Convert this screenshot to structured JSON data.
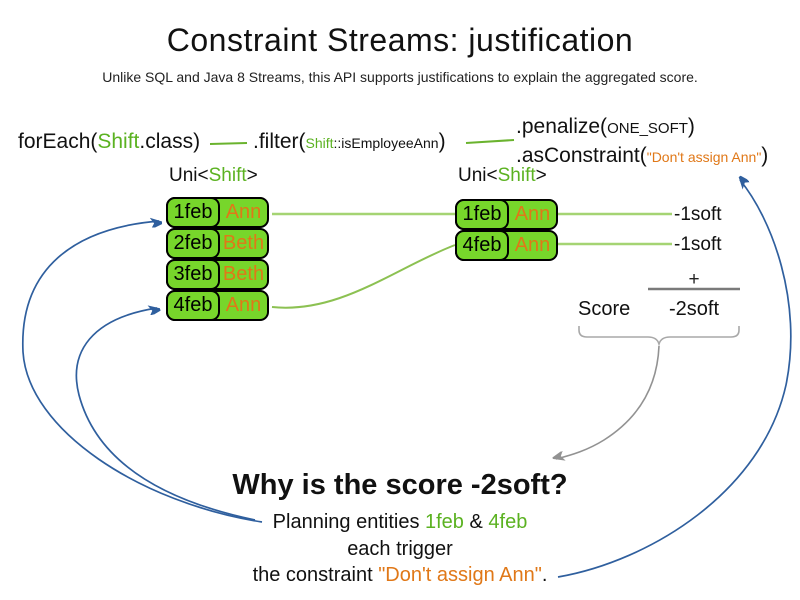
{
  "title": "Constraint Streams: justification",
  "subtitle": "Unlike SQL and Java 8 Streams, this API supports justifications to explain the aggregated score.",
  "colors": {
    "cell_green": "#77d62b",
    "text_green": "#5bb221",
    "line_green": "#a5d473",
    "orange": "#e07818",
    "arrow_blue": "#2f5f9e",
    "arrow_gray": "#929292"
  },
  "pipeline": {
    "foreach_pre": "forEach(",
    "foreach_type": "Shift",
    "foreach_post": ".class)",
    "filter_pre": ".filter(",
    "filter_type": "Shift",
    "filter_method": "::isEmployeeAnn",
    "filter_close": ")",
    "penalize_pre": ".penalize(",
    "penalize_arg": "ONE_SOFT",
    "penalize_close": ")",
    "asconstraint_pre": ".asConstraint(",
    "asconstraint_arg": "\"Don't assign Ann\"",
    "asconstraint_close": ")"
  },
  "left_stream": {
    "label_pre": "Uni<",
    "label_type": "Shift",
    "label_post": ">",
    "rows": [
      {
        "date": "1feb",
        "name": "Ann"
      },
      {
        "date": "2feb",
        "name": "Beth"
      },
      {
        "date": "3feb",
        "name": "Beth"
      },
      {
        "date": "4feb",
        "name": "Ann"
      }
    ]
  },
  "right_stream": {
    "label_pre": "Uni<",
    "label_type": "Shift",
    "label_post": ">",
    "rows": [
      {
        "date": "1feb",
        "name": "Ann"
      },
      {
        "date": "4feb",
        "name": "Ann"
      }
    ]
  },
  "penalties": [
    "-1soft",
    "-1soft"
  ],
  "score": {
    "plus": "+",
    "label": "Score",
    "value": "-2soft"
  },
  "explanation": {
    "heading": "Why is the score -2soft?",
    "line1_pre": "Planning entities ",
    "line1_entity1": "1feb",
    "line1_amp": " & ",
    "line1_entity2": "4feb",
    "line2": "each trigger",
    "line3_pre": "the constraint ",
    "line3_constraint": "\"Don't assign Ann\"",
    "line3_post": "."
  }
}
